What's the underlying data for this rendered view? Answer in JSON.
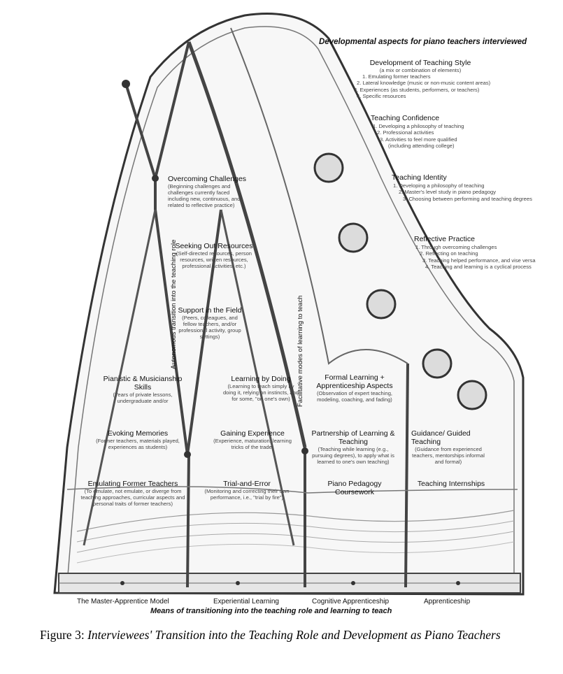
{
  "header_title": "Developmental aspects for piano teachers interviewed",
  "right_column": [
    {
      "heading": "Development of Teaching Style",
      "sub": "(a mix or combination of elements)",
      "items": [
        "1. Emulating former teachers",
        "2. Lateral knowledge (music or non-music content areas)",
        "3. Experiences (as students, performers, or teachers)",
        "4. Specific resources"
      ]
    },
    {
      "heading": "Teaching Confidence",
      "items": [
        "1. Developing a philosophy of teaching",
        "2. Professional activities",
        "3. Activities to feel more qualified",
        "(including attending college)"
      ]
    },
    {
      "heading": "Teaching Identity",
      "items": [
        "1. Developing a philosophy of teaching",
        "2. Master's level study in piano pedagogy",
        "3. Choosing between performing and teaching degrees"
      ]
    },
    {
      "heading": "Reflective Practice",
      "items": [
        "1. Through overcoming challenges",
        "2. Reflecting on teaching",
        "3. Teaching helped performance, and vise versa",
        "4. Teaching and learning is a cyclical process"
      ]
    }
  ],
  "center_column": [
    {
      "heading": "Overcoming Challenges",
      "desc": "(Beginning challenges and challenges currently faced including new, continuous, and related to reflective practice)"
    },
    {
      "heading": "Seeking Out Resources",
      "desc": "(Self-directed resources, person resources, written resources, professional activities, etc.)"
    },
    {
      "heading": "Support in the Field",
      "desc": "(Peers, colleagues, and fellow teachers, and/or professional activity, group settings)"
    }
  ],
  "grid": {
    "col1": [
      {
        "heading": "Pianistic & Musicianship Skills",
        "desc": "(Years of private lessons, undergraduate and/or"
      },
      {
        "heading": "Evoking Memories",
        "desc": "(Former teachers, materials played, experiences as students)"
      },
      {
        "heading": "Emulating Former Teachers",
        "desc": "(To emulate, not emulate, or diverge from teaching approaches, curricular aspects and personal traits of former teachers)"
      }
    ],
    "col2": [
      {
        "heading": "Learning by Doing",
        "desc": "(Learning to teach simply by doing it, relying on instincts, and for some, \"on one's own)"
      },
      {
        "heading": "Gaining Experience",
        "desc": "(Experience, maturation, learning tricks of the trade)"
      },
      {
        "heading": "Trial-and-Error",
        "desc": "(Monitoring and correcting their own performance, i.e., \"trial by fire\")"
      }
    ],
    "col3": [
      {
        "heading": "Formal Learning + Apprenticeship Aspects",
        "desc": "(Observation of expert teaching, modeling, coaching, and fading)"
      },
      {
        "heading": "Partnership of Learning & Teaching",
        "desc": "(Teaching while learning (e.g., pursuing degrees), to apply what is learned to one's own teaching)"
      },
      {
        "heading": "Piano Pedagogy Coursework",
        "desc": ""
      }
    ],
    "col4": [
      {
        "heading": "Guidance/ Guided Teaching",
        "desc": "(Guidance from experienced teachers, mentorships informal and formal)"
      },
      {
        "heading": "Teaching Internships",
        "desc": ""
      }
    ]
  },
  "vertical_labels": {
    "left": "Autonomous transition into the teaching role",
    "right": "Facilitative modes of learning to teach"
  },
  "bottom_labels": [
    "The Master-Apprentice Model",
    "Experiential Learning",
    "Cognitive Apprenticeship",
    "Apprenticeship"
  ],
  "bottom_title": "Means of transitioning into the teaching role and learning to teach",
  "caption": {
    "prefix": "Figure 3: ",
    "text": "Interviewees' Transition into the Teaching Role and Development as Piano Teachers"
  }
}
